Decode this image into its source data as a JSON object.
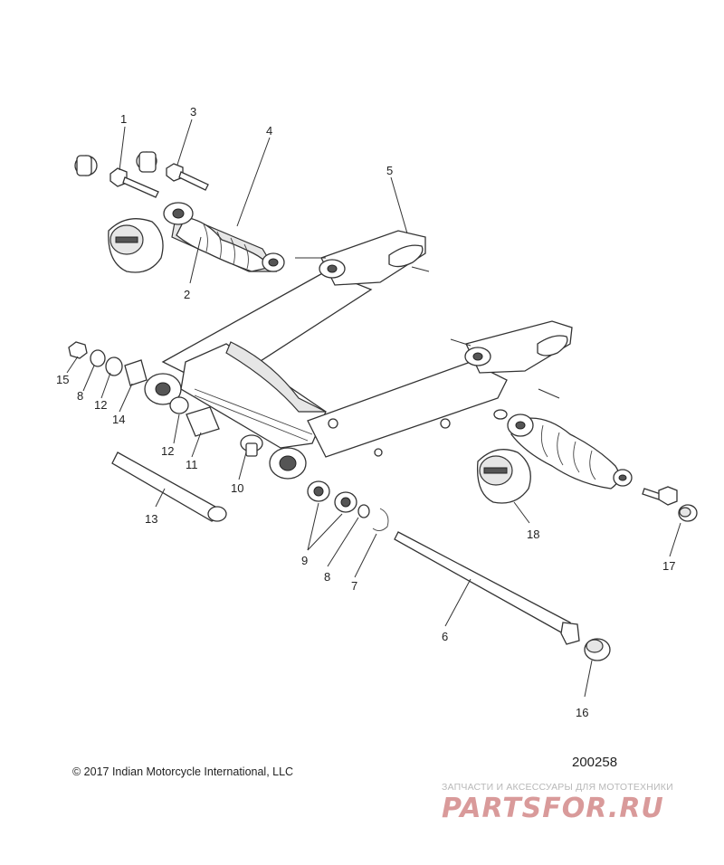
{
  "diagram": {
    "callouts": [
      {
        "id": "c1",
        "text": "1"
      },
      {
        "id": "c2",
        "text": "2"
      },
      {
        "id": "c3",
        "text": "3"
      },
      {
        "id": "c4",
        "text": "4"
      },
      {
        "id": "c5",
        "text": "5"
      },
      {
        "id": "c6",
        "text": "6"
      },
      {
        "id": "c7",
        "text": "7"
      },
      {
        "id": "c8a",
        "text": "8"
      },
      {
        "id": "c8b",
        "text": "8"
      },
      {
        "id": "c9",
        "text": "9"
      },
      {
        "id": "c10",
        "text": "10"
      },
      {
        "id": "c11",
        "text": "11"
      },
      {
        "id": "c12a",
        "text": "12"
      },
      {
        "id": "c12b",
        "text": "12"
      },
      {
        "id": "c13",
        "text": "13"
      },
      {
        "id": "c14",
        "text": "14"
      },
      {
        "id": "c15",
        "text": "15"
      },
      {
        "id": "c16",
        "text": "16"
      },
      {
        "id": "c17",
        "text": "17"
      },
      {
        "id": "c18",
        "text": "18"
      }
    ]
  },
  "footer": {
    "copyright": "© 2017 Indian Motorcycle International, LLC",
    "diagram_number": "200258"
  },
  "watermark": {
    "tagline": "ЗАПЧАСТИ И АКСЕССУАРЫ ДЛЯ МОТОТЕХНИКИ",
    "logo": "PARTSFOR.RU"
  }
}
